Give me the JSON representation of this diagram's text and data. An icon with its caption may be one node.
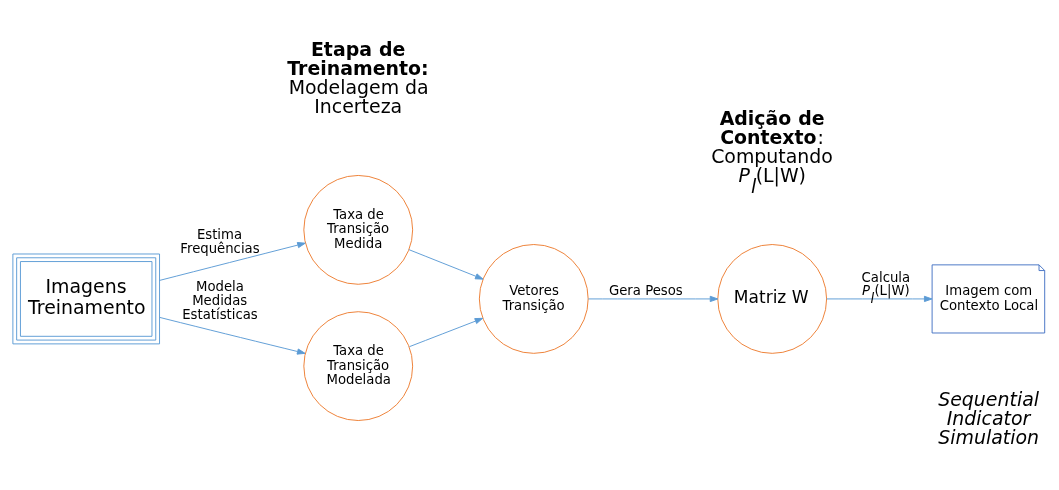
{
  "diagram": {
    "nodes": [
      {
        "text": [
          "Imagens Treinamento"
        ]
      },
      {
        "text": [
          "Taxa de Transição Medida"
        ]
      },
      {
        "text": [
          "Taxa de Transição Modelada"
        ]
      },
      {
        "text": [
          "Vetores Transição"
        ]
      },
      {
        "text": [
          "Matriz W"
        ]
      },
      {
        "text": [
          "Imagem com Contexto Local"
        ]
      }
    ],
    "edges": [
      {
        "from": 0,
        "to": 1,
        "arrow": "to",
        "label": "Estima Frequências"
      },
      {
        "from": 0,
        "to": 2,
        "arrow": "to",
        "label": "Modela Medidas Estatísticas"
      },
      {
        "from": 1,
        "to": 3,
        "arrow": "to"
      },
      {
        "from": 2,
        "to": 3,
        "arrow": "to"
      },
      {
        "from": 3,
        "to": 4,
        "arrow": "to",
        "label": "Gera Pesos"
      },
      {
        "from": 4,
        "to": 5,
        "arrow": "to",
        "label": "Calcula *P*$_{l}$(L|W)"
      }
    ],
    "labels": [
      "**Etapa de Treinamento:** Modelagem da Incerteza",
      "**Adição de Contexto**: Computando *P*$_{l}$(L|W)",
      "*Sequential Indicator Simulation*"
    ]
  }
}
